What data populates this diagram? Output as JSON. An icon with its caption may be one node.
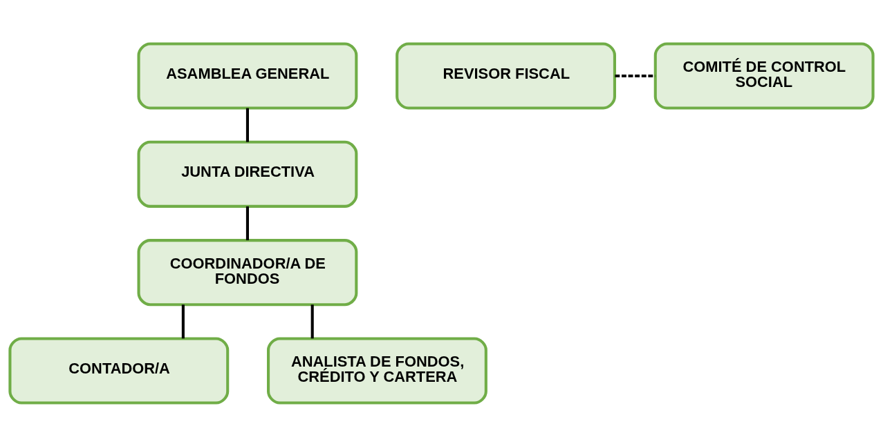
{
  "diagram": {
    "nodes": [
      {
        "text": [
          "ASAMBLEA GENERAL"
        ]
      },
      {
        "text": [
          "JUNTA DIRECTIVA"
        ]
      },
      {
        "text": [
          "REVISOR FISCAL"
        ]
      },
      {
        "text": [
          "COMITÉ DE CONTROL SOCIAL"
        ]
      },
      {
        "text": [
          "COORDINADOR/A DE FONDOS"
        ]
      },
      {
        "text": [
          "CONTADOR/A"
        ]
      },
      {
        "text": [
          "ANALISTA DE FONDOS, CRÉDITO Y CARTERA"
        ]
      }
    ],
    "edges": [
      {
        "from": 0,
        "to": 1,
        "arrow": "none"
      },
      {
        "from": 1,
        "to": 4,
        "arrow": "none"
      },
      {
        "from": 2,
        "to": 3,
        "arrow": "none",
        "style": "dashed"
      },
      {
        "from": 4,
        "to": 5,
        "arrow": "none"
      },
      {
        "from": 4,
        "to": 6,
        "arrow": "none"
      }
    ]
  }
}
